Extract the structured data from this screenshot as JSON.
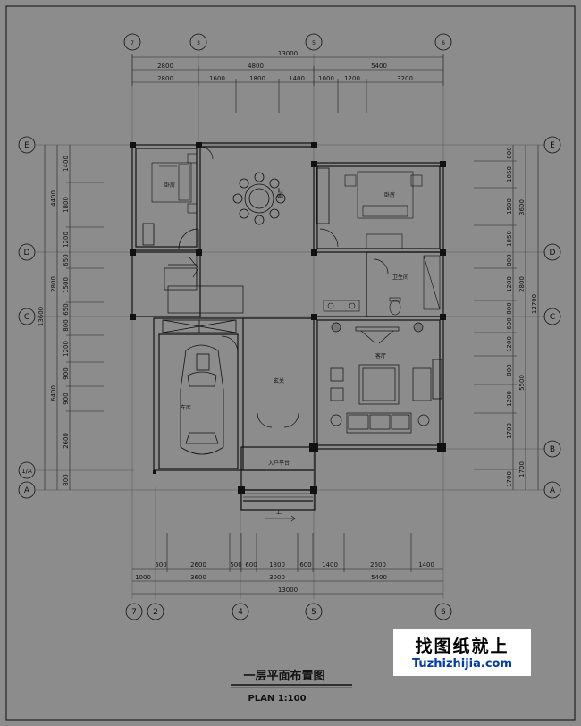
{
  "title": "一层平面布置图",
  "scale": "PLAN 1:100",
  "watermark": {
    "cn": "找图纸就上",
    "en": "Tuzhizhijia.com"
  },
  "grid_top": [
    "7",
    "3",
    "5",
    "6"
  ],
  "grid_bottom": [
    "7",
    "2",
    "4",
    "5",
    "6"
  ],
  "grid_left": [
    "E",
    "D",
    "C",
    "1/A",
    "A"
  ],
  "grid_right": [
    "E",
    "D",
    "C",
    "B",
    "A"
  ],
  "dims_top": {
    "total": "13000",
    "row1": [
      "2800",
      "4800",
      "5400"
    ],
    "row2": [
      "2800",
      "1600",
      "1800",
      "1400",
      "1000",
      "1200",
      "3200"
    ]
  },
  "dims_bottom": {
    "row1": [
      "500",
      "2600",
      "500",
      "600",
      "1800",
      "600",
      "1400",
      "2600",
      "1400"
    ],
    "row2": [
      "1000",
      "3600",
      "3000",
      "5400"
    ],
    "total": "13000"
  },
  "dims_left": {
    "total": "13600",
    "outer": [
      "4400",
      "2800",
      "6400"
    ],
    "inner": [
      "1400",
      "1800",
      "1200",
      "650",
      "1500",
      "650",
      "800",
      "1200",
      "900",
      "900",
      "2600",
      "800"
    ]
  },
  "dims_right": {
    "total": "12700",
    "outer": [
      "3600",
      "2800",
      "5500",
      "1700"
    ],
    "inner": [
      "800",
      "1050",
      "1500",
      "1050",
      "800",
      "1200",
      "800",
      "600",
      "1200",
      "800",
      "1200",
      "1700",
      "1700"
    ]
  },
  "rooms": {
    "bedroom_left": "卧房",
    "dining": "餐厅",
    "bedroom_right": "卧房",
    "bathroom": "卫生间",
    "living": "客厅",
    "garage": "车库",
    "foyer": "玄关",
    "entry": "入户平台",
    "up": "上"
  }
}
